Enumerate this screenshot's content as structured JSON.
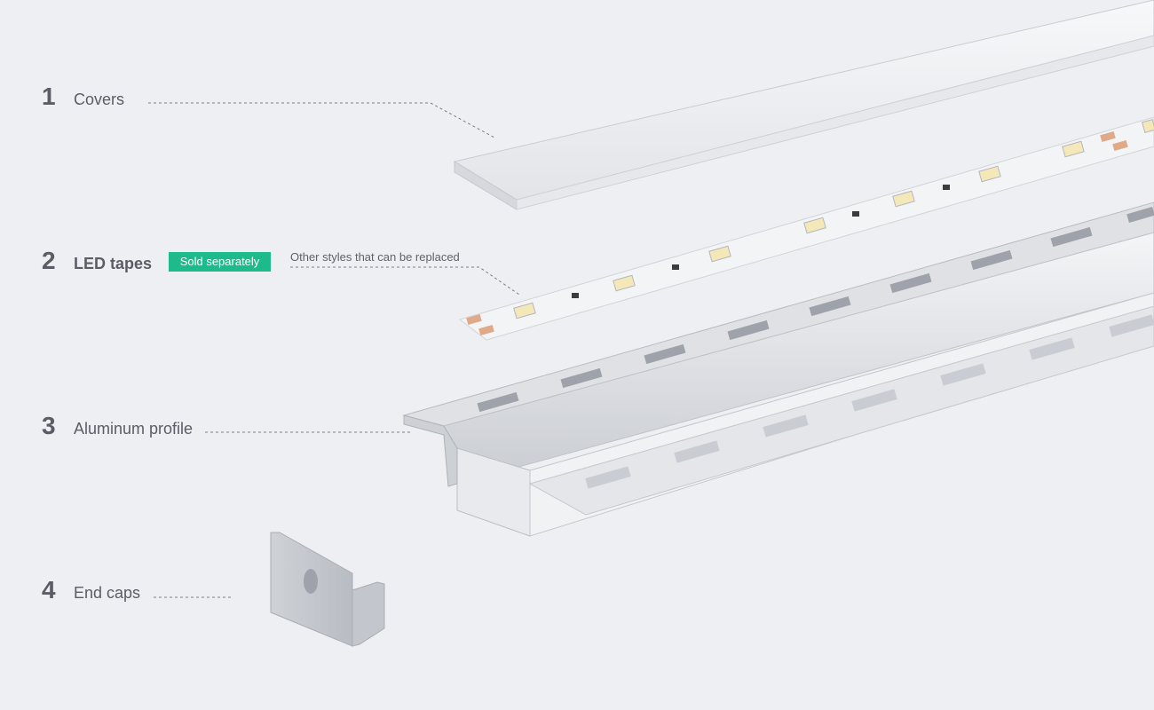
{
  "components": [
    {
      "number": "1",
      "label": "Covers"
    },
    {
      "number": "2",
      "label": "LED tapes",
      "badge": "Sold separately",
      "note": "Other styles that can be replaced"
    },
    {
      "number": "3",
      "label": "Aluminum profile"
    },
    {
      "number": "4",
      "label": "End caps"
    }
  ],
  "colors": {
    "background": "#eeeff2",
    "badge": "#1dbb8b",
    "label_text": "#5a5d66"
  }
}
